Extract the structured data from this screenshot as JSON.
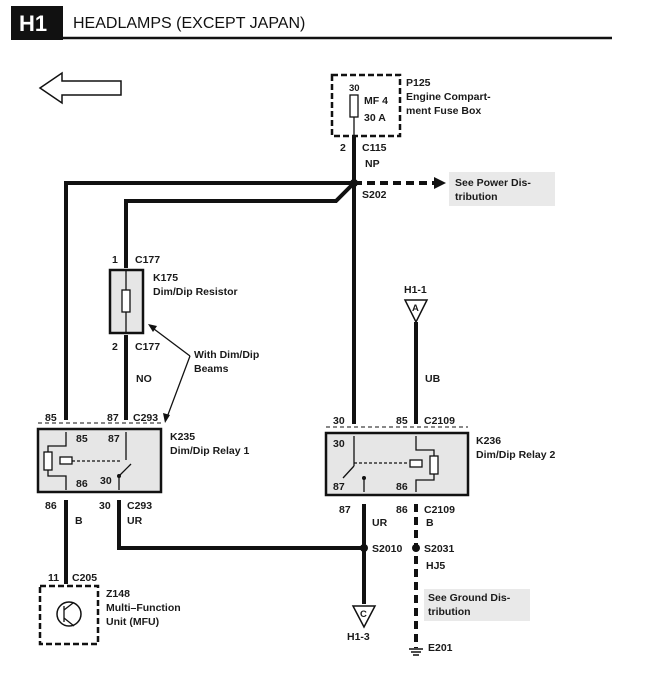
{
  "header": {
    "code": "H1",
    "title": "HEADLAMPS (EXCEPT JAPAN)"
  },
  "fuse_box": {
    "id": "P125",
    "name_line1": "Engine Compart-",
    "name_line2": "ment Fuse Box",
    "pin": "30",
    "fuse": "MF 4",
    "rating": "30 A",
    "connector_pin": "2",
    "connector": "C115",
    "wire_color": "NP"
  },
  "splice_s202": {
    "id": "S202",
    "note_line1": "See Power Dis-",
    "note_line2": "tribution"
  },
  "resistor": {
    "id": "K175",
    "name": "Dim/Dip Resistor",
    "top_pin": "1",
    "top_connector": "C177",
    "bottom_pin": "2",
    "bottom_connector": "C177",
    "wire_color": "NO",
    "callout_line1": "With Dim/Dip",
    "callout_line2": "Beams"
  },
  "relay1": {
    "id": "K235",
    "name": "Dim/Dip Relay 1",
    "pins": {
      "p85": "85",
      "p87": "87",
      "p86": "86",
      "p30": "30"
    },
    "top_connector": "C293",
    "bottom_connector": "C293",
    "wire_86": "B",
    "wire_30": "UR"
  },
  "mfu": {
    "id": "Z148",
    "name_line1": "Multi–Function",
    "name_line2": "Unit (MFU)",
    "pin": "11",
    "connector": "C205"
  },
  "ref_h1_1": {
    "label": "H1-1",
    "letter": "A",
    "wire_color": "UB"
  },
  "relay2": {
    "id": "K236",
    "name": "Dim/Dip Relay 2",
    "pins": {
      "p30": "30",
      "p85": "85",
      "p87": "87",
      "p86": "86"
    },
    "top_connector": "C2109",
    "bottom_connector": "C2109",
    "wire_87": "UR",
    "wire_86": "B"
  },
  "splice_s2010": {
    "id": "S2010"
  },
  "splice_s2031": {
    "id": "S2031",
    "wire_color": "HJ5",
    "note_line1": "See Ground Dis-",
    "note_line2": "tribution"
  },
  "ref_h1_3": {
    "label": "H1-3",
    "letter": "C"
  },
  "ground": {
    "id": "E201"
  }
}
